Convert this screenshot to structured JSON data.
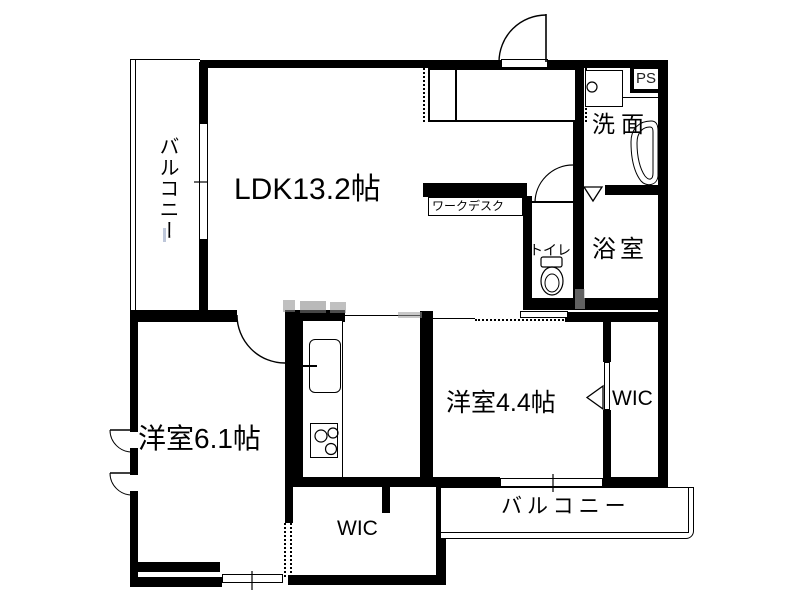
{
  "title": "apartment-floor-plan",
  "rooms": {
    "ldk": {
      "label": "LDK13.2帖"
    },
    "balcony_left": {
      "label": "バルコニー"
    },
    "bedroom_61": {
      "label": "洋室6.1帖"
    },
    "bedroom_44": {
      "label": "洋室4.4帖"
    },
    "wic_right": {
      "label": "WIC"
    },
    "wic_bottom": {
      "label": "WIC"
    },
    "balcony_bottom": {
      "label": "バルコニー"
    },
    "washroom": {
      "label": "洗面"
    },
    "bathroom": {
      "label": "浴室"
    },
    "toilet": {
      "label": "トイレ"
    },
    "pipe_space": {
      "label": "PS"
    },
    "work_desk": {
      "label": "ワークデスク"
    }
  },
  "fixtures": {
    "kitchen_sink": "sink-icon",
    "stove": "stove-burners-icon",
    "bathtub": "bathtub-icon",
    "toilet_bowl": "toilet-icon",
    "vanity_basin": "basin-icon"
  },
  "colors": {
    "wall": "#000000",
    "background": "#ffffff",
    "line": "#000000",
    "watermark_gray": "#999999"
  }
}
